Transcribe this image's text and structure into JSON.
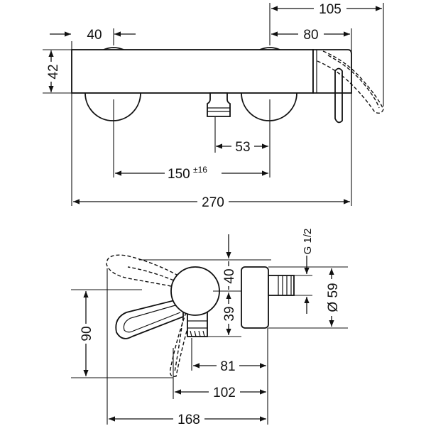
{
  "dimensions": {
    "top_105": "105",
    "top_40": "40",
    "top_80": "80",
    "top_42": "42",
    "top_53": "53",
    "top_150": "150",
    "top_150_tol": "±16",
    "top_270": "270",
    "side_thread": "G 1/2",
    "side_40": "40",
    "side_39": "39",
    "side_59": "Ø 59",
    "side_90": "90",
    "side_81": "81",
    "side_102": "102",
    "side_168": "168"
  }
}
